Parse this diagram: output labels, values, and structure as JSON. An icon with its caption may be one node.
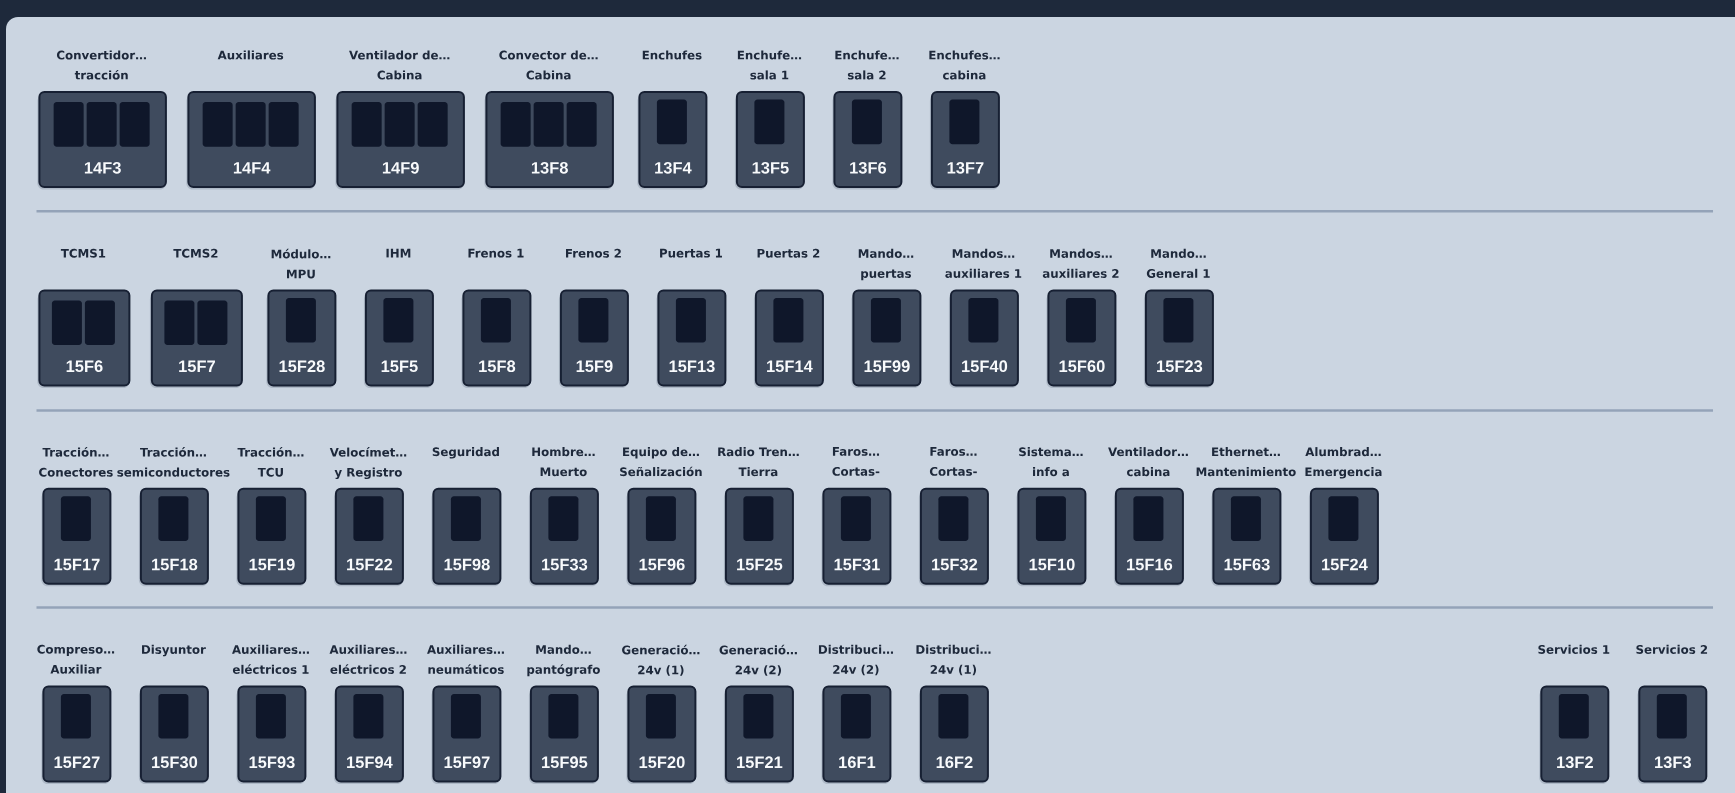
{
  "diagram": {
    "nodes": [
      {
        "text": [
          "Convertidor… tracción",
          "14F3"
        ]
      },
      {
        "text": [
          "Auxiliares",
          "14F4"
        ]
      },
      {
        "text": [
          "Ventilador de… Cabina",
          "14F9"
        ]
      },
      {
        "text": [
          "Convector de… Cabina",
          "13F8"
        ]
      },
      {
        "text": [
          "Enchufes",
          "13F4"
        ]
      },
      {
        "text": [
          "Enchufe… sala 1",
          "13F5"
        ]
      },
      {
        "text": [
          "Enchufe… sala 2",
          "13F6"
        ]
      },
      {
        "text": [
          "Enchufes… cabina",
          "13F7"
        ]
      },
      {
        "text": [
          "TCMS1",
          "15F6"
        ]
      },
      {
        "text": [
          "TCMS2",
          "15F7"
        ]
      },
      {
        "text": [
          "Módulo… MPU",
          "15F28"
        ]
      },
      {
        "text": [
          "IHM",
          "15F5"
        ]
      },
      {
        "text": [
          "Frenos 1",
          "15F8"
        ]
      },
      {
        "text": [
          "Frenos 2",
          "15F9"
        ]
      },
      {
        "text": [
          "Puertas 1",
          "15F13"
        ]
      },
      {
        "text": [
          "Puertas 2",
          "15F14"
        ]
      },
      {
        "text": [
          "Mando… puertas",
          "15F99"
        ]
      },
      {
        "text": [
          "Mandos… auxiliares 1",
          "15F40"
        ]
      },
      {
        "text": [
          "Mandos… auxiliares 2",
          "15F60"
        ]
      },
      {
        "text": [
          "Mando… General 1",
          "15F23"
        ]
      },
      {
        "text": [
          "Tracción… Conectores",
          "15F17"
        ]
      },
      {
        "text": [
          "Tracción… semiconductores",
          "15F18"
        ]
      },
      {
        "text": [
          "Tracción… TCU",
          "15F19"
        ]
      },
      {
        "text": [
          "Velocímet… y Registro",
          "15F22"
        ]
      },
      {
        "text": [
          "Seguridad",
          "15F98"
        ]
      },
      {
        "text": [
          "Hombre… Muerto",
          "15F33"
        ]
      },
      {
        "text": [
          "Equipo de… Señalización",
          "15F96"
        ]
      },
      {
        "text": [
          "Radio Tren… Tierra",
          "15F25"
        ]
      },
      {
        "text": [
          "Faros… Cortas-",
          "15F31"
        ]
      },
      {
        "text": [
          "Faros… Cortas-",
          "15F32"
        ]
      },
      {
        "text": [
          "Sistema… info a",
          "15F10"
        ]
      },
      {
        "text": [
          "Ventilador… cabina",
          "15F16"
        ]
      },
      {
        "text": [
          "Ethernet… Mantenimiento",
          "15F63"
        ]
      },
      {
        "text": [
          "Alumbrad… Emergencia",
          "15F24"
        ]
      },
      {
        "text": [
          "Compreso… Auxiliar",
          "15F27"
        ]
      },
      {
        "text": [
          "Disyuntor",
          "15F30"
        ]
      },
      {
        "text": [
          "Auxiliares… eléctricos 1",
          "15F93"
        ]
      },
      {
        "text": [
          "Auxiliares… eléctricos 2",
          "15F94"
        ]
      },
      {
        "text": [
          "Auxiliares… neumáticos",
          "15F97"
        ]
      },
      {
        "text": [
          "Mando… pantógrafo",
          "15F95"
        ]
      },
      {
        "text": [
          "Generació… 24v (1)",
          "15F20"
        ]
      },
      {
        "text": [
          "Generació… 24v (2)",
          "15F21"
        ]
      },
      {
        "text": [
          "Distribuci… 24v (2)",
          "16F1"
        ]
      },
      {
        "text": [
          "Distribuci… 24v (1)",
          "16F2"
        ]
      },
      {
        "text": [
          "Servicios 1",
          "13F2"
        ]
      },
      {
        "text": [
          "Servicios 2",
          "13F3"
        ]
      }
    ]
  }
}
